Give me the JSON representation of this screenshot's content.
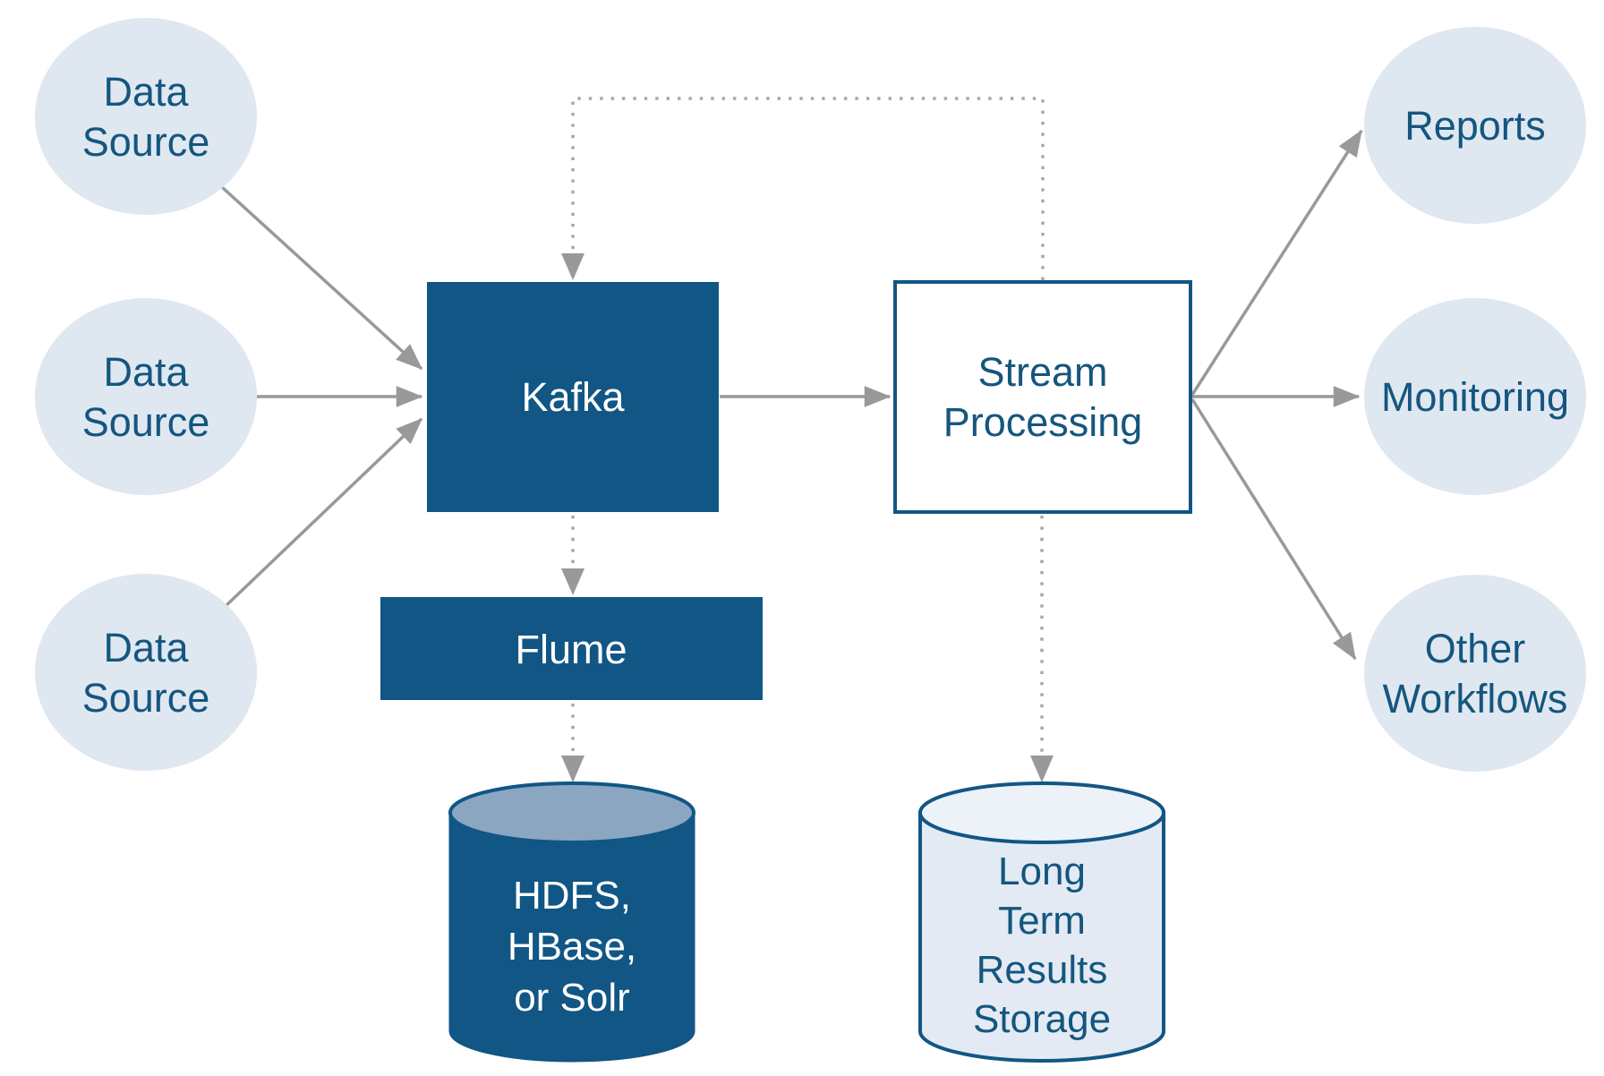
{
  "diagram": {
    "left_sources": [
      {
        "line1": "Data",
        "line2": "Source"
      },
      {
        "line1": "Data",
        "line2": "Source"
      },
      {
        "line1": "Data",
        "line2": "Source"
      }
    ],
    "kafka": {
      "label": "Kafka"
    },
    "flume": {
      "label": "Flume"
    },
    "stream_processing": {
      "line1": "Stream",
      "line2": "Processing"
    },
    "hdfs_storage": {
      "line1": "HDFS,",
      "line2": "HBase,",
      "line3": "or Solr"
    },
    "long_term_storage": {
      "line1": "Long",
      "line2": "Term",
      "line3": "Results",
      "line4": "Storage"
    },
    "outputs": {
      "reports": {
        "label": "Reports"
      },
      "monitoring": {
        "label": "Monitoring"
      },
      "other_workflows": {
        "line1": "Other",
        "line2": "Workflows"
      }
    },
    "colors": {
      "primary_blue": "#115684",
      "label_blue": "#14567E",
      "light_node_fill": "#DFE7F1",
      "dark_cylinder_top_fill": "#8BA6C1",
      "light_cylinder_fill": "#E3EAF3",
      "light_cylinder_top_fill": "#EDF1F8",
      "arrow_gray": "#999999",
      "dotted_gray": "#A6A6A6"
    }
  }
}
